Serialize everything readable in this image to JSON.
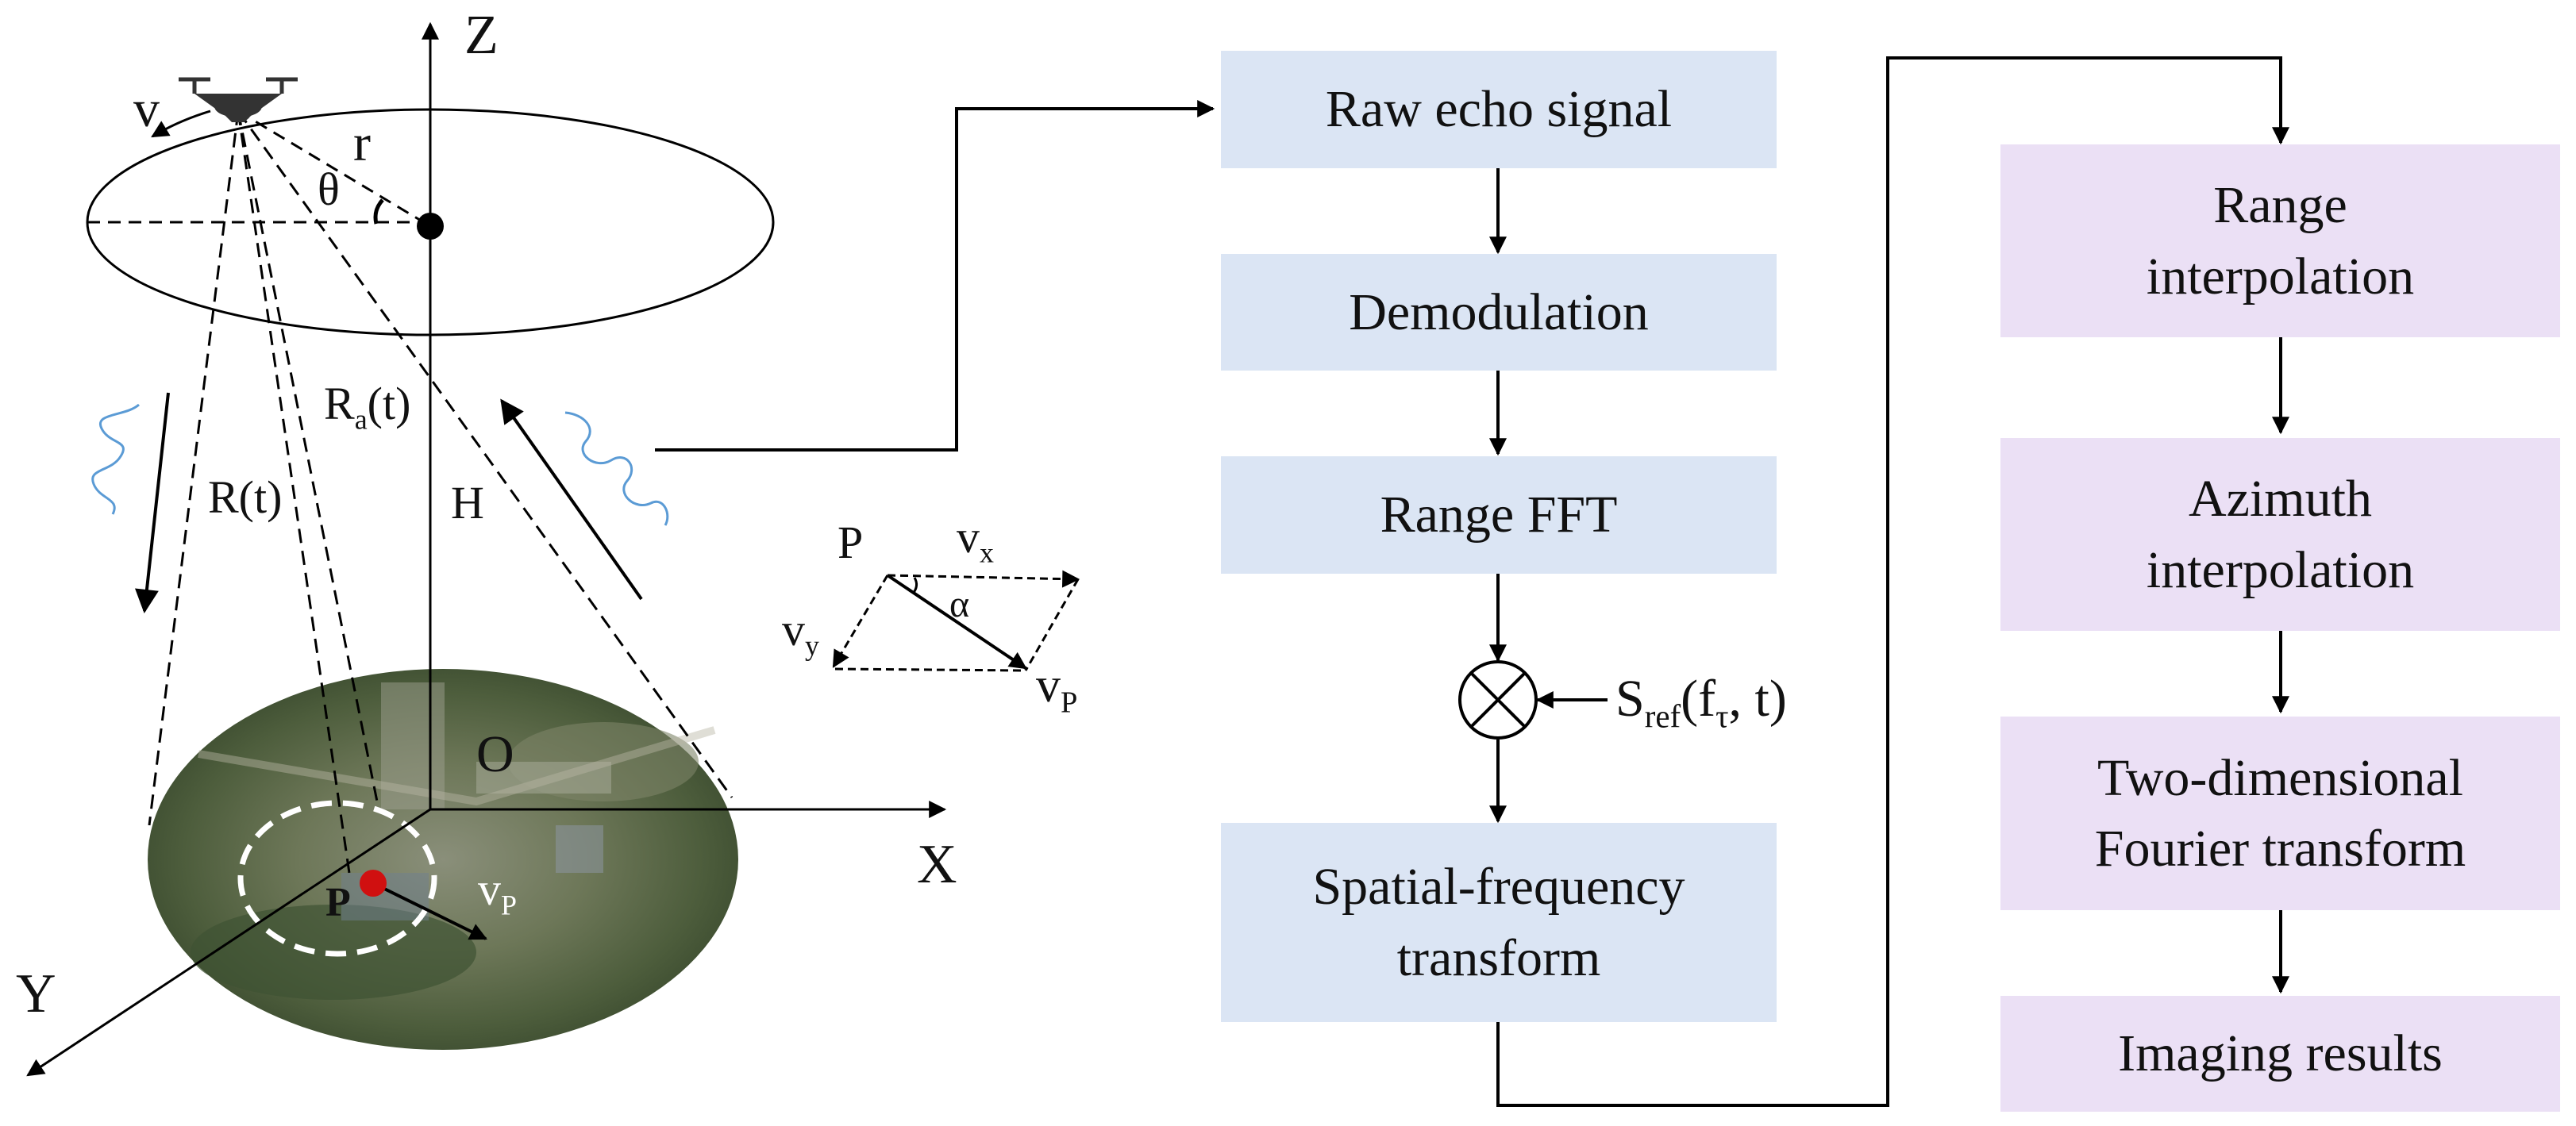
{
  "geometry_labels": {
    "axis_z": "Z",
    "axis_x": "X",
    "axis_y": "Y",
    "origin": "O",
    "velocity": "v",
    "radius": "r",
    "theta": "θ",
    "slant_range": "R(t)",
    "ra_main": "R",
    "ra_sub": "a",
    "ra_tail": "(t)",
    "height": "H",
    "target_point": "P",
    "vp_main": "v",
    "vp_sub": "P"
  },
  "vector_inset": {
    "point": "P",
    "vx_main": "v",
    "vx_sub": "x",
    "vy_main": "v",
    "vy_sub": "y",
    "alpha": "α",
    "vp_main": "v",
    "vp_sub": "P"
  },
  "flow_left": {
    "raw_echo": "Raw echo signal",
    "demodulation": "Demodulation",
    "range_fft": "Range FFT",
    "multiply_symbol": "⊗",
    "sref_main": "S",
    "sref_sub": "ref",
    "sref_args_open": "(f",
    "sref_args_sub": "τ",
    "sref_args_close": ", t)",
    "spatial_line1": "Spatial-frequency",
    "spatial_line2": "transform"
  },
  "flow_right": {
    "range_interp_line1": "Range",
    "range_interp_line2": "interpolation",
    "azimuth_interp_line1": "Azimuth",
    "azimuth_interp_line2": "interpolation",
    "fourier_line1": "Two-dimensional",
    "fourier_line2": "Fourier transform",
    "imaging_results": "Imaging results"
  },
  "colors": {
    "blue_box": "#dbe5f4",
    "purple_box": "#ebe0f5",
    "target_dot": "#d01010",
    "wave": "#5b9bd5",
    "ground_image": "#5a6b48"
  },
  "icons": [
    "drone-icon",
    "echo-wave-icon",
    "multiply-icon",
    "ground-scene-image"
  ]
}
